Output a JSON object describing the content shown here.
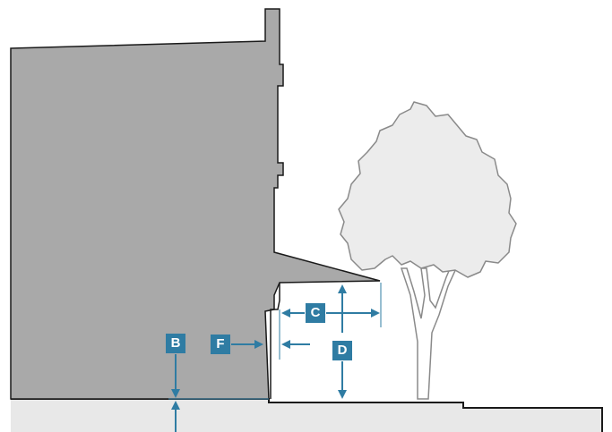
{
  "labels": {
    "b": "B",
    "c": "C",
    "d": "D",
    "f": "F"
  },
  "colors": {
    "building": "#a9a9a9",
    "ground": "#e8e8e8",
    "tree": "#ececec",
    "outline": "#1a1a1a",
    "tree_outline": "#8a8a8a",
    "accent": "#2f7ca3"
  }
}
